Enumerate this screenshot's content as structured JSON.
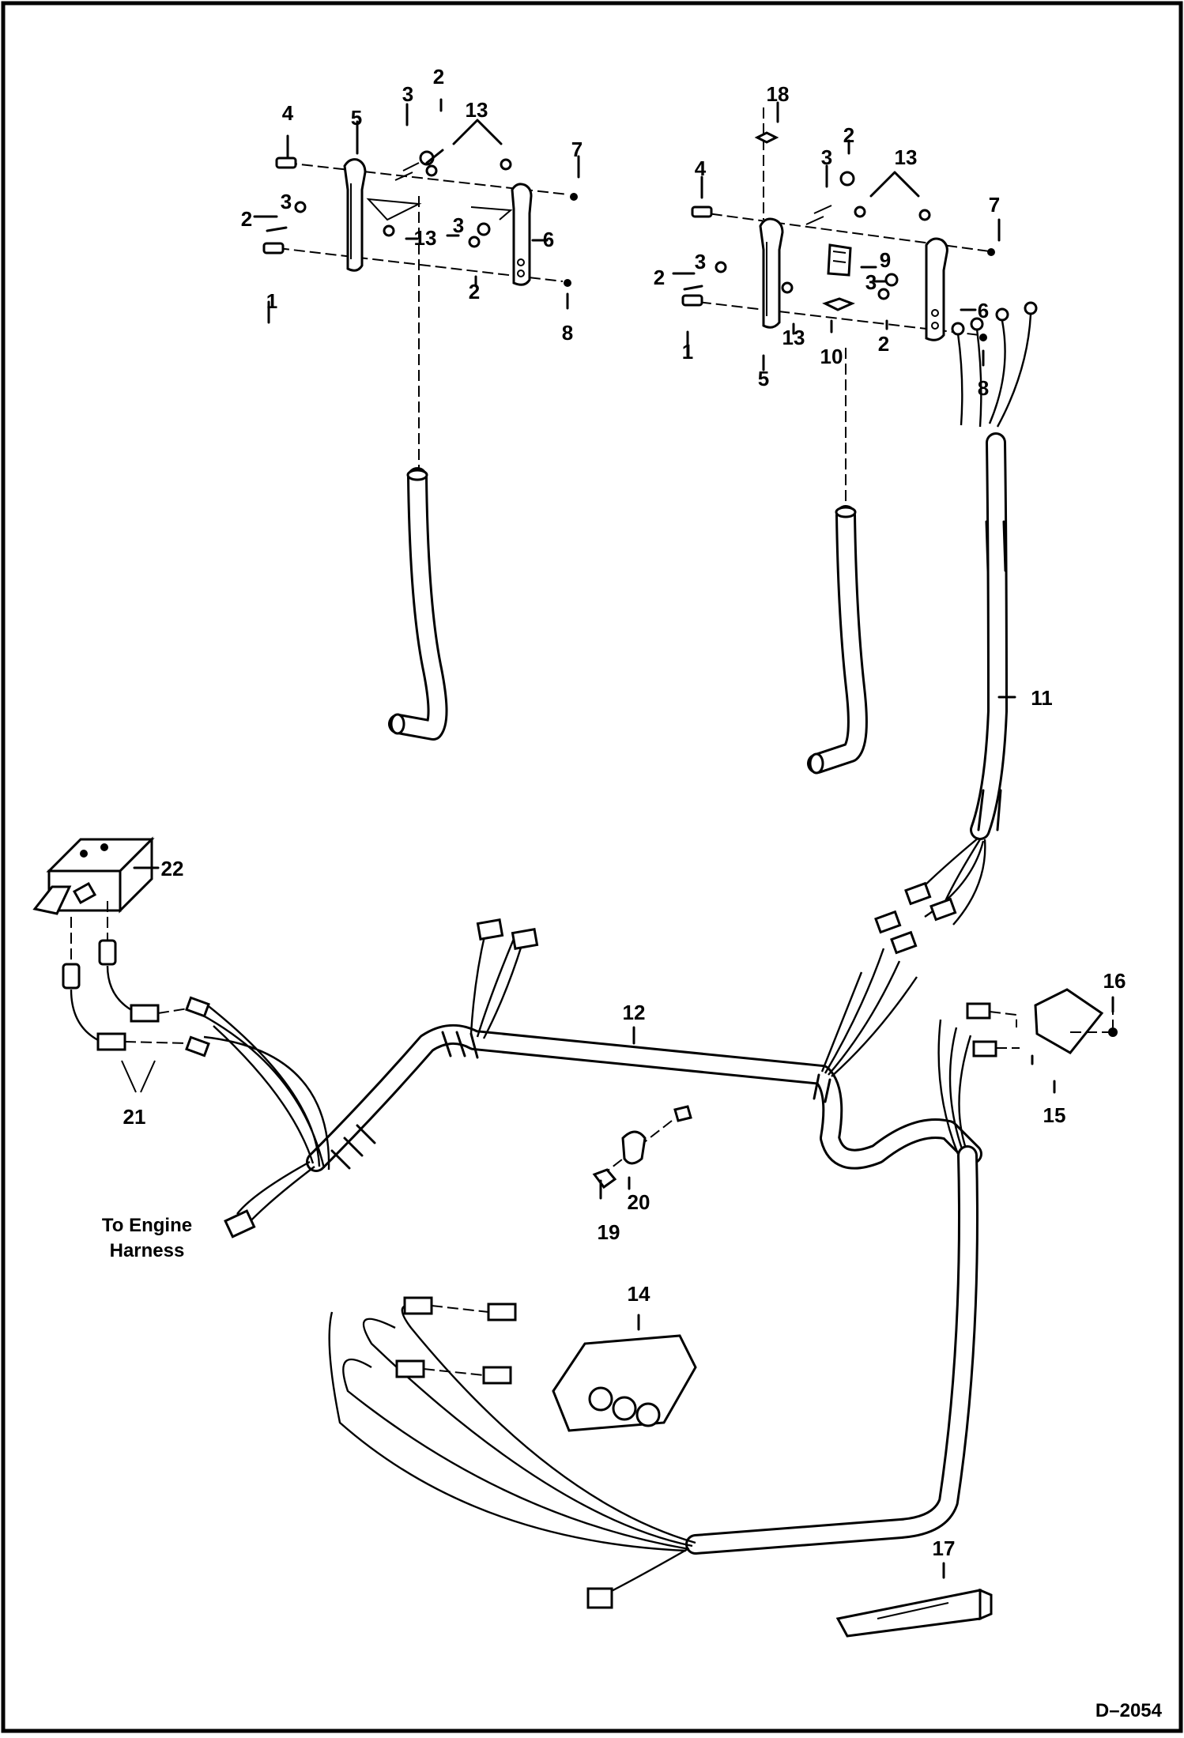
{
  "callouts": {
    "c1": "1",
    "c2": "2",
    "c3": "3",
    "c4": "4",
    "c5": "5",
    "c6": "6",
    "c7": "7",
    "c8": "8",
    "c9": "9",
    "c10": "10",
    "c11": "11",
    "c12": "12",
    "c13": "13",
    "c14": "14",
    "c15": "15",
    "c16": "16",
    "c17": "17",
    "c18": "18",
    "c19": "19",
    "c20": "20",
    "c21": "21",
    "c22": "22"
  },
  "annotations": {
    "to_engine_line1": "To Engine",
    "to_engine_line2": "Harness"
  },
  "drawing_code": "D–2054",
  "colors": {
    "ink": "#000000",
    "paper": "#ffffff"
  }
}
